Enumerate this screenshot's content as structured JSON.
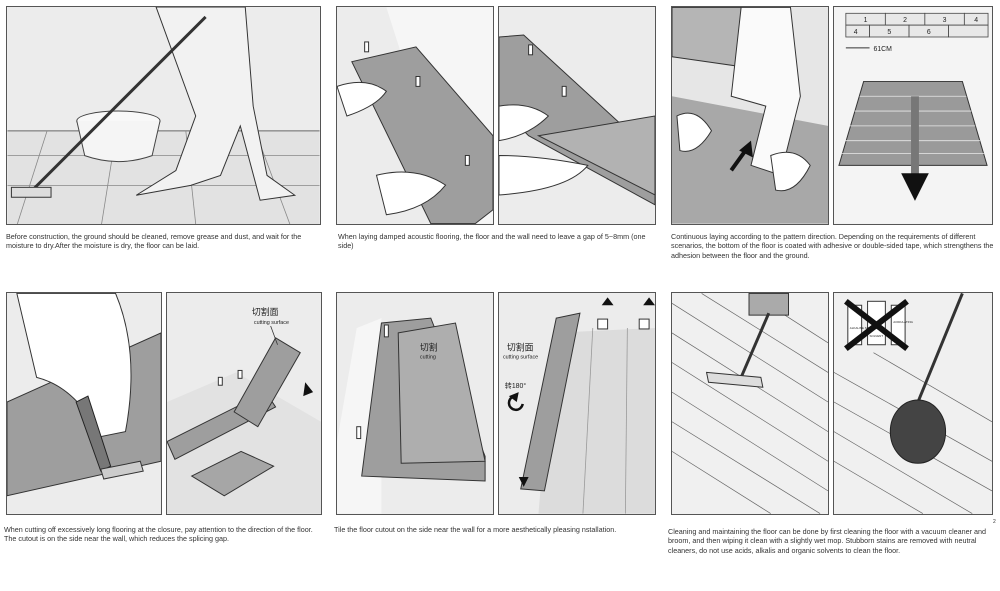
{
  "captions": {
    "clean_ground": "Before construction, the ground should be cleaned, remove grease and dust, and wait for the moisture to dry.After the moisture is dry, the floor can be laid.",
    "wall_gap": "When laying damped acoustic flooring, the floor and the wall need to leave a gap of 5~8mm (one side)",
    "continuous_laying": "Continuous laying according to the pattern direction. Depending on the requirements of different scenarios, the bottom of the floor is coated with adhesive or double-sided tape, which strengthens the adhesion between the floor and the ground.",
    "cutting": "When cutting off excessively long flooring at the closure, pay attention to the direction of the floor. The cutout is on the side near the wall, which reduces the splicing gap.",
    "tile_cutout": "Tile the floor cutout on the side near the wall for a more aesthetically pleasing nstallation.",
    "maintenance": "Cleaning and maintaining the floor can be done by first cleaning the floor with a vacuum cleaner and broom, and then wiping it clean with a slightly wet mop. Stubborn stains are removed with neutral cleaners, do not use acids, alkalis and organic solvents to clean the floor."
  },
  "labels": {
    "cutting_surface_cn": "切割面",
    "cutting_surface_en": "cutting surface",
    "cutting_cn": "切割",
    "cutting_en": "cutting",
    "rotate": "转180°",
    "plank_length": "61CM",
    "pattern_numbers": [
      "1",
      "2",
      "3",
      "4",
      "4",
      "5",
      "6"
    ],
    "bottle_1": "ALKALINE SOLUTION",
    "bottle_2": "SOLVENT",
    "bottle_3": "ACIDULATING",
    "page_marker": "2"
  }
}
